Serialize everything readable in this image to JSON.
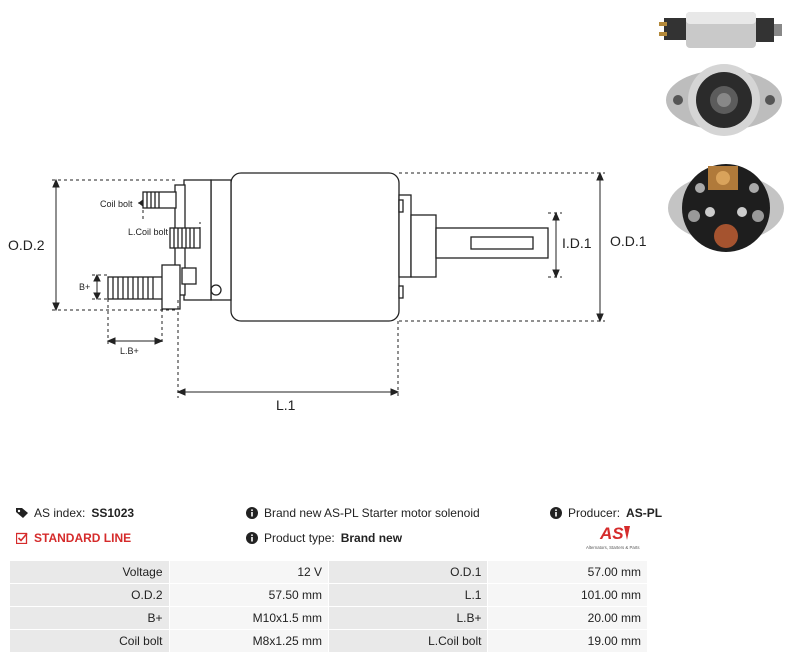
{
  "drawing": {
    "od2": "O.D.2",
    "od1": "O.D.1",
    "id1": "I.D.1",
    "l1": "L.1",
    "coil_bolt": "Coil bolt",
    "lcoil_bolt": "L.Coil bolt",
    "bplus": "B+",
    "lbplus": "L.B+"
  },
  "info": {
    "as_index_label": "AS index:",
    "as_index_value": "SS1023",
    "standard_line": "STANDARD LINE",
    "description": "Brand new AS-PL Starter motor solenoid",
    "product_type_label": "Product type:",
    "product_type_value": "Brand new",
    "producer_label": "Producer:",
    "producer_value": "AS-PL",
    "logo_text": "AS",
    "logo_tagline": "Alternators, Starters & Parts"
  },
  "specs": [
    {
      "k1": "Voltage",
      "v1": "12 V",
      "k2": "O.D.1",
      "v2": "57.00 mm"
    },
    {
      "k1": "O.D.2",
      "v1": "57.50 mm",
      "k2": "L.1",
      "v2": "101.00 mm"
    },
    {
      "k1": "B+",
      "v1": "M10x1.5 mm",
      "k2": "L.B+",
      "v2": "20.00 mm"
    },
    {
      "k1": "Coil bolt",
      "v1": "M8x1.25 mm",
      "k2": "L.Coil bolt",
      "v2": "19.00 mm"
    }
  ],
  "colors": {
    "accent_red": "#d52b2b",
    "key_bg": "#e9e9e9",
    "value_bg": "#f6f6f6"
  }
}
